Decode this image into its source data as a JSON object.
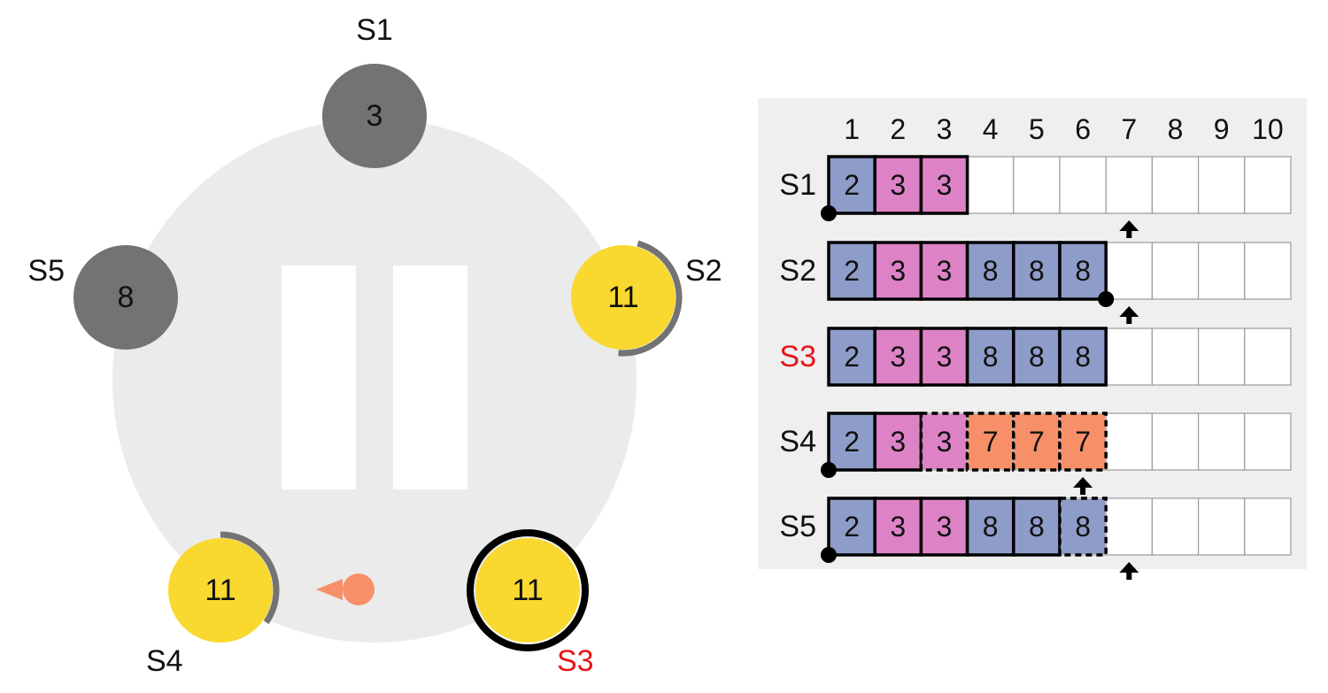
{
  "colors": {
    "leader": "#000000",
    "candidate": "#f9d830",
    "follower": "#737373",
    "paused": "#ebebeb",
    "message": "#f79068",
    "highlight_label": "#e8141a",
    "term_blue": "#8e9cc9",
    "term_pink": "#de82c6",
    "term_orange": "#f79068",
    "log_panel": "#efefef",
    "empty_cell_border": "#9a9a9a"
  },
  "cluster": {
    "state": "paused",
    "pause_icon": "pause-icon",
    "servers": [
      {
        "id": "S1",
        "term": "3",
        "role": "follower",
        "label_highlight": false
      },
      {
        "id": "S2",
        "term": "11",
        "role": "candidate",
        "label_highlight": false
      },
      {
        "id": "S3",
        "term": "11",
        "role": "leader",
        "label_highlight": true
      },
      {
        "id": "S4",
        "term": "11",
        "role": "candidate",
        "label_highlight": false
      },
      {
        "id": "S5",
        "term": "8",
        "role": "follower",
        "label_highlight": false
      }
    ],
    "message": {
      "type": "request",
      "icon": "message-dot-icon"
    }
  },
  "logs": {
    "indices": [
      "1",
      "2",
      "3",
      "4",
      "5",
      "6",
      "7",
      "8",
      "9",
      "10"
    ],
    "rows": [
      {
        "server": "S1",
        "label_highlight": false,
        "entries": [
          {
            "term": "2",
            "committed": true
          },
          {
            "term": "3",
            "committed": true
          },
          {
            "term": "3",
            "committed": true
          }
        ],
        "commit_marker_index": 0,
        "next_index": 7
      },
      {
        "server": "S2",
        "label_highlight": false,
        "entries": [
          {
            "term": "2",
            "committed": true
          },
          {
            "term": "3",
            "committed": true
          },
          {
            "term": "3",
            "committed": true
          },
          {
            "term": "8",
            "committed": true
          },
          {
            "term": "8",
            "committed": true
          },
          {
            "term": "8",
            "committed": true
          }
        ],
        "commit_marker_index": 6,
        "next_index": 7
      },
      {
        "server": "S3",
        "label_highlight": true,
        "entries": [
          {
            "term": "2",
            "committed": true
          },
          {
            "term": "3",
            "committed": true
          },
          {
            "term": "3",
            "committed": true
          },
          {
            "term": "8",
            "committed": true
          },
          {
            "term": "8",
            "committed": true
          },
          {
            "term": "8",
            "committed": true
          }
        ],
        "commit_marker_index": null,
        "next_index": null
      },
      {
        "server": "S4",
        "label_highlight": false,
        "entries": [
          {
            "term": "2",
            "committed": true
          },
          {
            "term": "3",
            "committed": true
          },
          {
            "term": "3",
            "committed": false
          },
          {
            "term": "7",
            "committed": false
          },
          {
            "term": "7",
            "committed": false
          },
          {
            "term": "7",
            "committed": false
          }
        ],
        "commit_marker_index": 0,
        "next_index": 6
      },
      {
        "server": "S5",
        "label_highlight": false,
        "entries": [
          {
            "term": "2",
            "committed": true
          },
          {
            "term": "3",
            "committed": true
          },
          {
            "term": "3",
            "committed": true
          },
          {
            "term": "8",
            "committed": true
          },
          {
            "term": "8",
            "committed": true
          },
          {
            "term": "8",
            "committed": false
          }
        ],
        "commit_marker_index": 0,
        "next_index": 7
      }
    ]
  }
}
